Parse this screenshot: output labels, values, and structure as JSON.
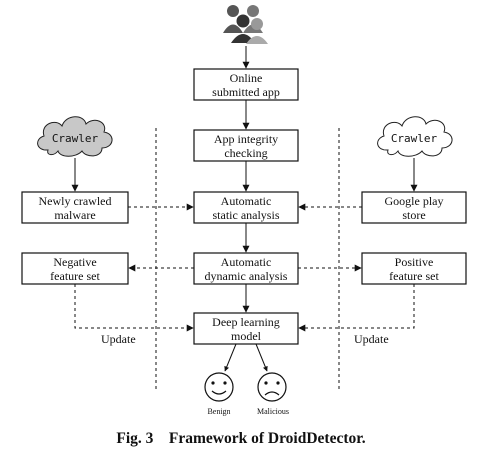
{
  "nodes": {
    "online_app": [
      "Online",
      "submitted app"
    ],
    "integrity": [
      "App integrity",
      "checking"
    ],
    "static": [
      "Automatic",
      "static analysis"
    ],
    "dynamic": [
      "Automatic",
      "dynamic analysis"
    ],
    "deep": [
      "Deep learning",
      "model"
    ],
    "malware": [
      "Newly crawled",
      "malware"
    ],
    "negative": [
      "Negative",
      "feature set"
    ],
    "google": [
      "Google play",
      "store"
    ],
    "positive": [
      "Positive",
      "feature set"
    ]
  },
  "clouds": {
    "left": "Crawler",
    "right": "Crawler"
  },
  "edge_labels": {
    "left_update": "Update",
    "right_update": "Update"
  },
  "outcomes": {
    "benign": "Benign",
    "malicious": "Malicious"
  },
  "caption": "Fig. 3    Framework of DroidDetector."
}
